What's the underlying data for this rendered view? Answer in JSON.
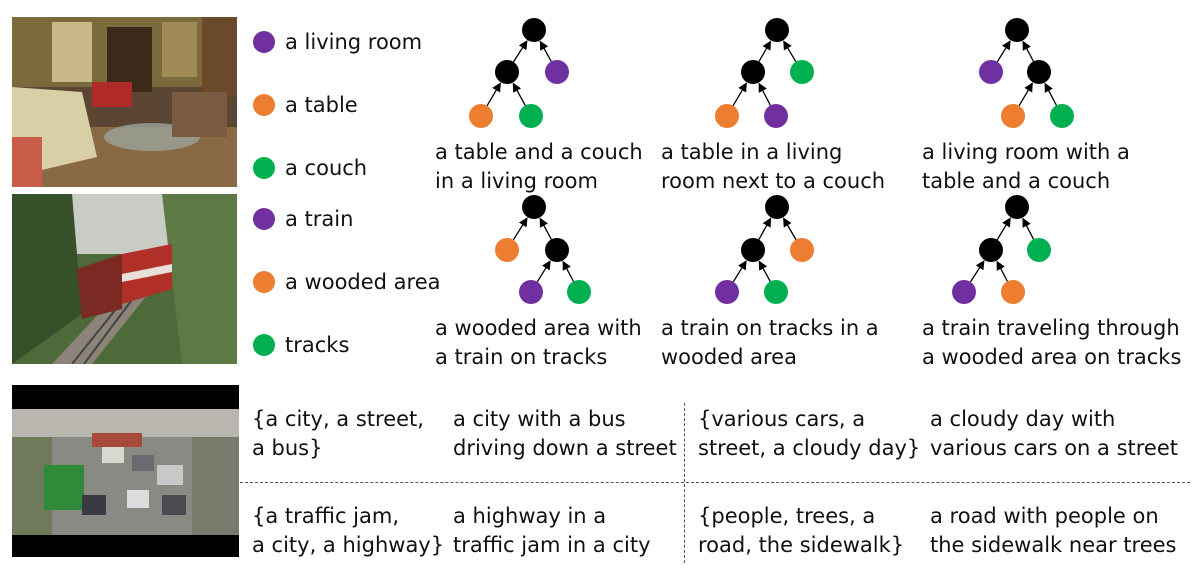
{
  "colors": {
    "purple": "#7030a0",
    "orange": "#ed7d31",
    "green": "#00b050",
    "black": "#000000"
  },
  "rows": [
    {
      "phrases": [
        {
          "text": "a living room",
          "color": "#7030a0"
        },
        {
          "text": "a table",
          "color": "#ed7d31"
        },
        {
          "text": "a couch",
          "color": "#00b050"
        }
      ],
      "trees": [
        {
          "caption": [
            "a table and a couch",
            "in a living room"
          ]
        },
        {
          "caption": [
            "a table in a living",
            "room next to a couch"
          ]
        },
        {
          "caption": [
            "a living room with a",
            "table and a couch"
          ]
        }
      ]
    },
    {
      "phrases": [
        {
          "text": "a train",
          "color": "#7030a0"
        },
        {
          "text": "a wooded area",
          "color": "#ed7d31"
        },
        {
          "text": "tracks",
          "color": "#00b050"
        }
      ],
      "trees": [
        {
          "caption": [
            "a wooded area with",
            "a train on tracks"
          ]
        },
        {
          "caption": [
            "a train on tracks in a",
            "wooded area"
          ]
        },
        {
          "caption": [
            "a train traveling through",
            "a wooded area on tracks"
          ]
        }
      ]
    }
  ],
  "grid": [
    [
      [
        "{a city, a street,",
        "a bus}"
      ],
      [
        "a city with a bus",
        "driving down a street"
      ],
      [
        "{various cars, a",
        "street, a cloudy day}"
      ],
      [
        "a cloudy day with",
        "various cars on a street"
      ]
    ],
    [
      [
        "{a traffic jam,",
        "a city, a highway}"
      ],
      [
        "a highway in a",
        "traffic jam in a city"
      ],
      [
        "{people, trees, a",
        "road, the sidewalk}"
      ],
      [
        "a road with people on",
        "the sidewalk near trees"
      ]
    ]
  ]
}
